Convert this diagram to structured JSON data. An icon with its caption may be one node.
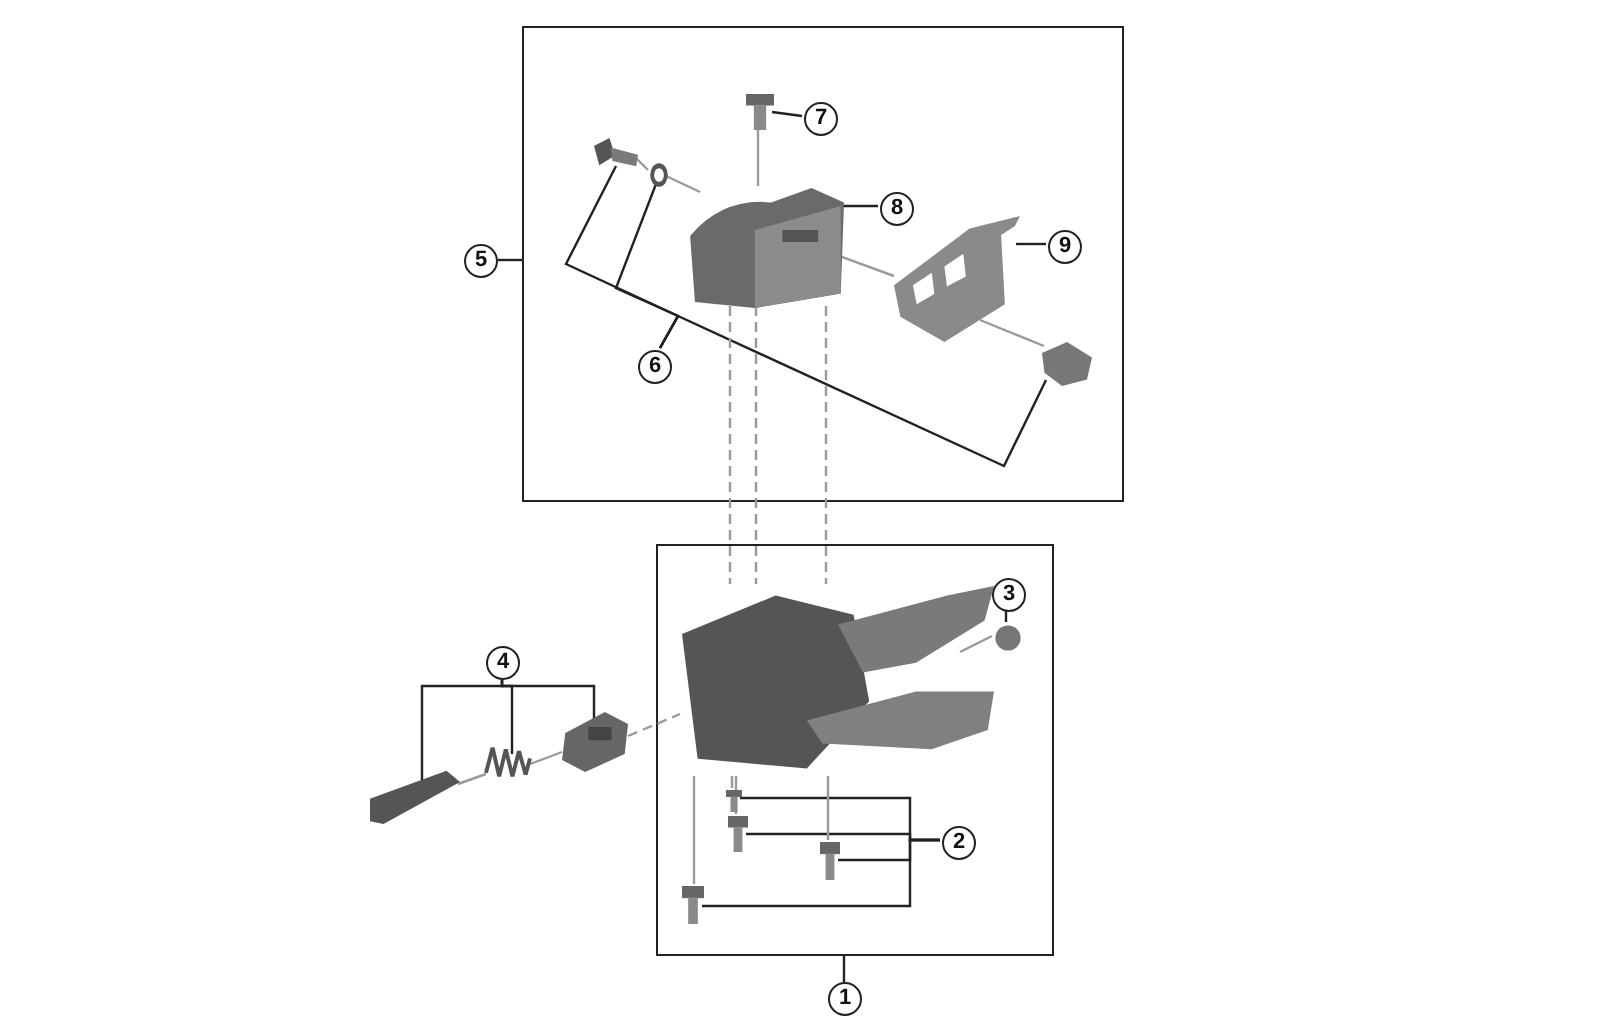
{
  "diagram": {
    "nodes": [
      {
        "text": [],
        "shape": "box"
      },
      {
        "text": [],
        "shape": "picture",
        "in": 0
      },
      {
        "text": [],
        "shape": "circle",
        "in": 0
      },
      {
        "text": [],
        "shape": "picture",
        "in": 0
      },
      {
        "text": [],
        "shape": "picture",
        "in": 0
      },
      {
        "text": [],
        "shape": "picture",
        "in": 0
      },
      {
        "text": [],
        "shape": "picture",
        "in": 0
      },
      {
        "text": [
          "7"
        ],
        "in": 0
      },
      {
        "text": [
          "8"
        ],
        "in": 0
      },
      {
        "text": [
          "9"
        ],
        "in": 0
      },
      {
        "text": [
          "6"
        ],
        "in": 0
      },
      {
        "text": [
          "5"
        ]
      },
      {
        "text": [],
        "shape": "box"
      },
      {
        "text": [],
        "shape": "picture",
        "in": 12
      },
      {
        "text": [],
        "shape": "circle",
        "in": 12
      },
      {
        "text": [
          "3"
        ],
        "in": 12
      },
      {
        "text": [],
        "shape": "picture",
        "in": 12
      },
      {
        "text": [],
        "shape": "picture",
        "in": 12
      },
      {
        "text": [],
        "shape": "picture",
        "in": 12
      },
      {
        "text": [],
        "shape": "picture",
        "in": 12
      },
      {
        "text": [
          "2"
        ],
        "in": 12
      },
      {
        "text": [
          "1"
        ]
      },
      {
        "text": [
          "4"
        ]
      },
      {
        "text": [],
        "shape": "picture"
      },
      {
        "text": [],
        "shape": "picture"
      },
      {
        "text": [],
        "shape": "picture"
      }
    ],
    "edges": [
      {
        "from": 11,
        "to": 0,
        "arrow": "none"
      },
      {
        "from": 7,
        "to": 3,
        "arrow": "none"
      },
      {
        "from": 8,
        "to": 4,
        "arrow": "none"
      },
      {
        "from": 9,
        "to": 5,
        "arrow": "none"
      },
      {
        "from": 10,
        "to": 1,
        "arrow": "none"
      },
      {
        "from": 10,
        "to": 2,
        "arrow": "none"
      },
      {
        "from": 10,
        "to": 6,
        "arrow": "none"
      },
      {
        "from": 15,
        "to": 14,
        "arrow": "none"
      },
      {
        "from": 20,
        "to": 16,
        "arrow": "none"
      },
      {
        "from": 20,
        "to": 17,
        "arrow": "none"
      },
      {
        "from": 20,
        "to": 18,
        "arrow": "none"
      },
      {
        "from": 20,
        "to": 19,
        "arrow": "none"
      },
      {
        "from": 21,
        "to": 12,
        "arrow": "none"
      },
      {
        "from": 22,
        "to": 23,
        "arrow": "none"
      },
      {
        "from": 22,
        "to": 24,
        "arrow": "none"
      },
      {
        "from": 22,
        "to": 25,
        "arrow": "none"
      },
      {
        "from": 1,
        "to": 2,
        "arrow": "none",
        "color": "#9a9a9a"
      },
      {
        "from": 2,
        "to": 4,
        "arrow": "none",
        "color": "#9a9a9a"
      },
      {
        "from": 3,
        "to": 4,
        "arrow": "none",
        "color": "#9a9a9a"
      },
      {
        "from": 4,
        "to": 5,
        "arrow": "none",
        "color": "#9a9a9a"
      },
      {
        "from": 5,
        "to": 6,
        "arrow": "none",
        "color": "#9a9a9a"
      },
      {
        "from": 4,
        "to": 13,
        "arrow": "none",
        "style": "dashed",
        "color": "#9a9a9a"
      },
      {
        "from": 4,
        "to": 13,
        "arrow": "none",
        "style": "dashed",
        "color": "#9a9a9a"
      },
      {
        "from": 4,
        "to": 13,
        "arrow": "none",
        "style": "dashed",
        "color": "#9a9a9a"
      },
      {
        "from": 14,
        "to": 13,
        "arrow": "none",
        "color": "#9a9a9a"
      },
      {
        "from": 25,
        "to": 13,
        "arrow": "none",
        "style": "dashed",
        "color": "#9a9a9a"
      },
      {
        "from": 24,
        "to": 25,
        "arrow": "none",
        "color": "#9a9a9a"
      },
      {
        "from": 23,
        "to": 24,
        "arrow": "none",
        "color": "#9a9a9a"
      },
      {
        "from": 19,
        "to": 13,
        "arrow": "none",
        "color": "#9a9a9a"
      },
      {
        "from": 17,
        "to": 13,
        "arrow": "none",
        "color": "#9a9a9a"
      },
      {
        "from": 16,
        "to": 13,
        "arrow": "none",
        "color": "#9a9a9a"
      },
      {
        "from": 18,
        "to": 13,
        "arrow": "none",
        "color": "#9a9a9a"
      }
    ]
  }
}
